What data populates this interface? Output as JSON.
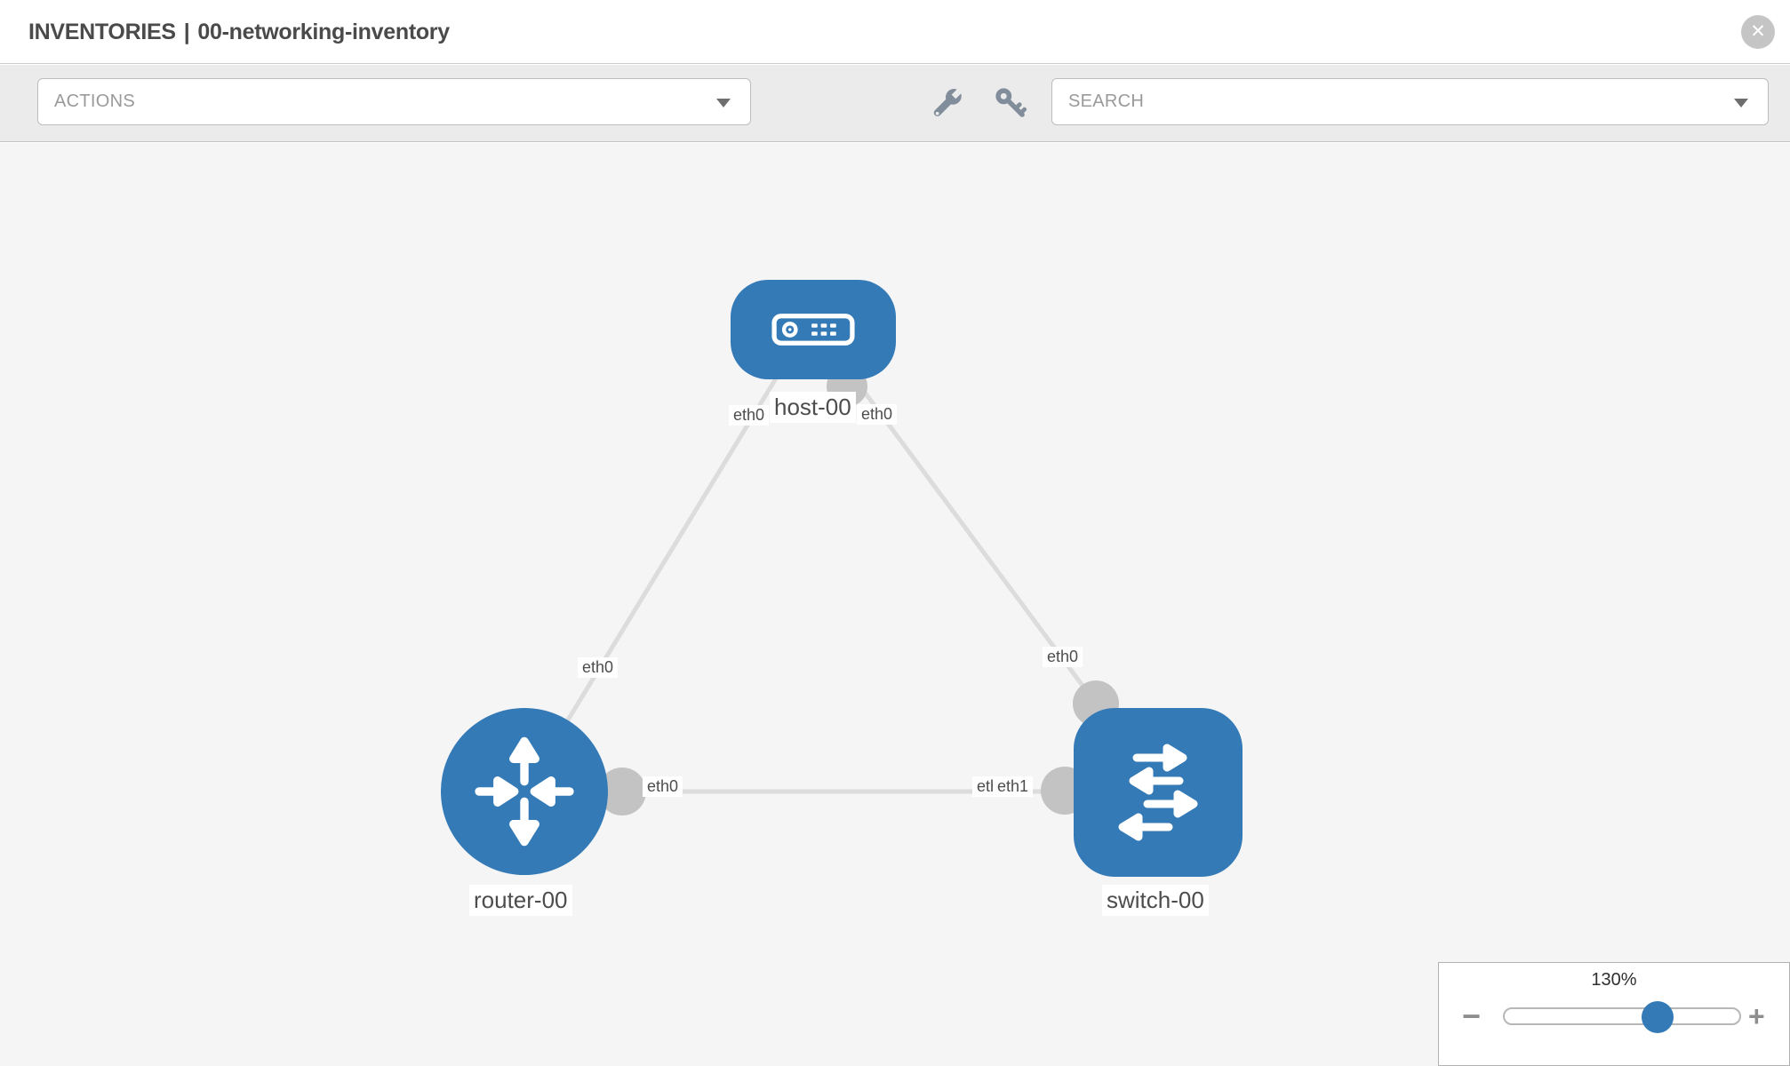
{
  "header": {
    "section": "INVENTORIES",
    "separator": "|",
    "inventory_name": "00-networking-inventory"
  },
  "toolbar": {
    "actions_label": "ACTIONS",
    "search_placeholder": "SEARCH",
    "icons": [
      "wrench-icon",
      "key-icon"
    ]
  },
  "topology": {
    "nodes": [
      {
        "id": "host-00",
        "type": "host",
        "label": "host-00"
      },
      {
        "id": "router-00",
        "type": "router",
        "label": "router-00"
      },
      {
        "id": "switch-00",
        "type": "switch",
        "label": "switch-00"
      }
    ],
    "links": [
      {
        "source": "host-00",
        "source_interface": "eth0",
        "target": "router-00",
        "target_interface": "eth0"
      },
      {
        "source": "host-00",
        "source_interface": "eth0",
        "target": "switch-00",
        "target_interface": "eth0"
      },
      {
        "source": "router-00",
        "source_interface": "eth0",
        "target": "switch-00",
        "target_interface": "eth1"
      }
    ],
    "interface_labels": [
      {
        "text": "eth0",
        "node": "host-00",
        "link": "host-router"
      },
      {
        "text": "eth0",
        "node": "host-00",
        "link": "host-switch"
      },
      {
        "text": "eth0",
        "node": "router-00",
        "link": "host-router"
      },
      {
        "text": "eth0",
        "node": "switch-00",
        "link": "host-switch"
      },
      {
        "text": "eth0",
        "node": "router-00",
        "link": "router-switch"
      },
      {
        "text": "eth0",
        "node": "switch-00",
        "link": "router-switch"
      },
      {
        "text": "eth1",
        "node": "switch-00",
        "link": "router-switch"
      }
    ]
  },
  "zoom_control": {
    "level": "130%",
    "minus_label": "−",
    "plus_label": "+"
  },
  "colors": {
    "node_blue": "#337ab7",
    "link_gray": "#dcdcdc",
    "connector_gray": "#c3c3c3",
    "canvas_bg": "#f5f5f5",
    "toolbar_bg": "#ebebeb",
    "icon_slate": "#828d9b"
  }
}
